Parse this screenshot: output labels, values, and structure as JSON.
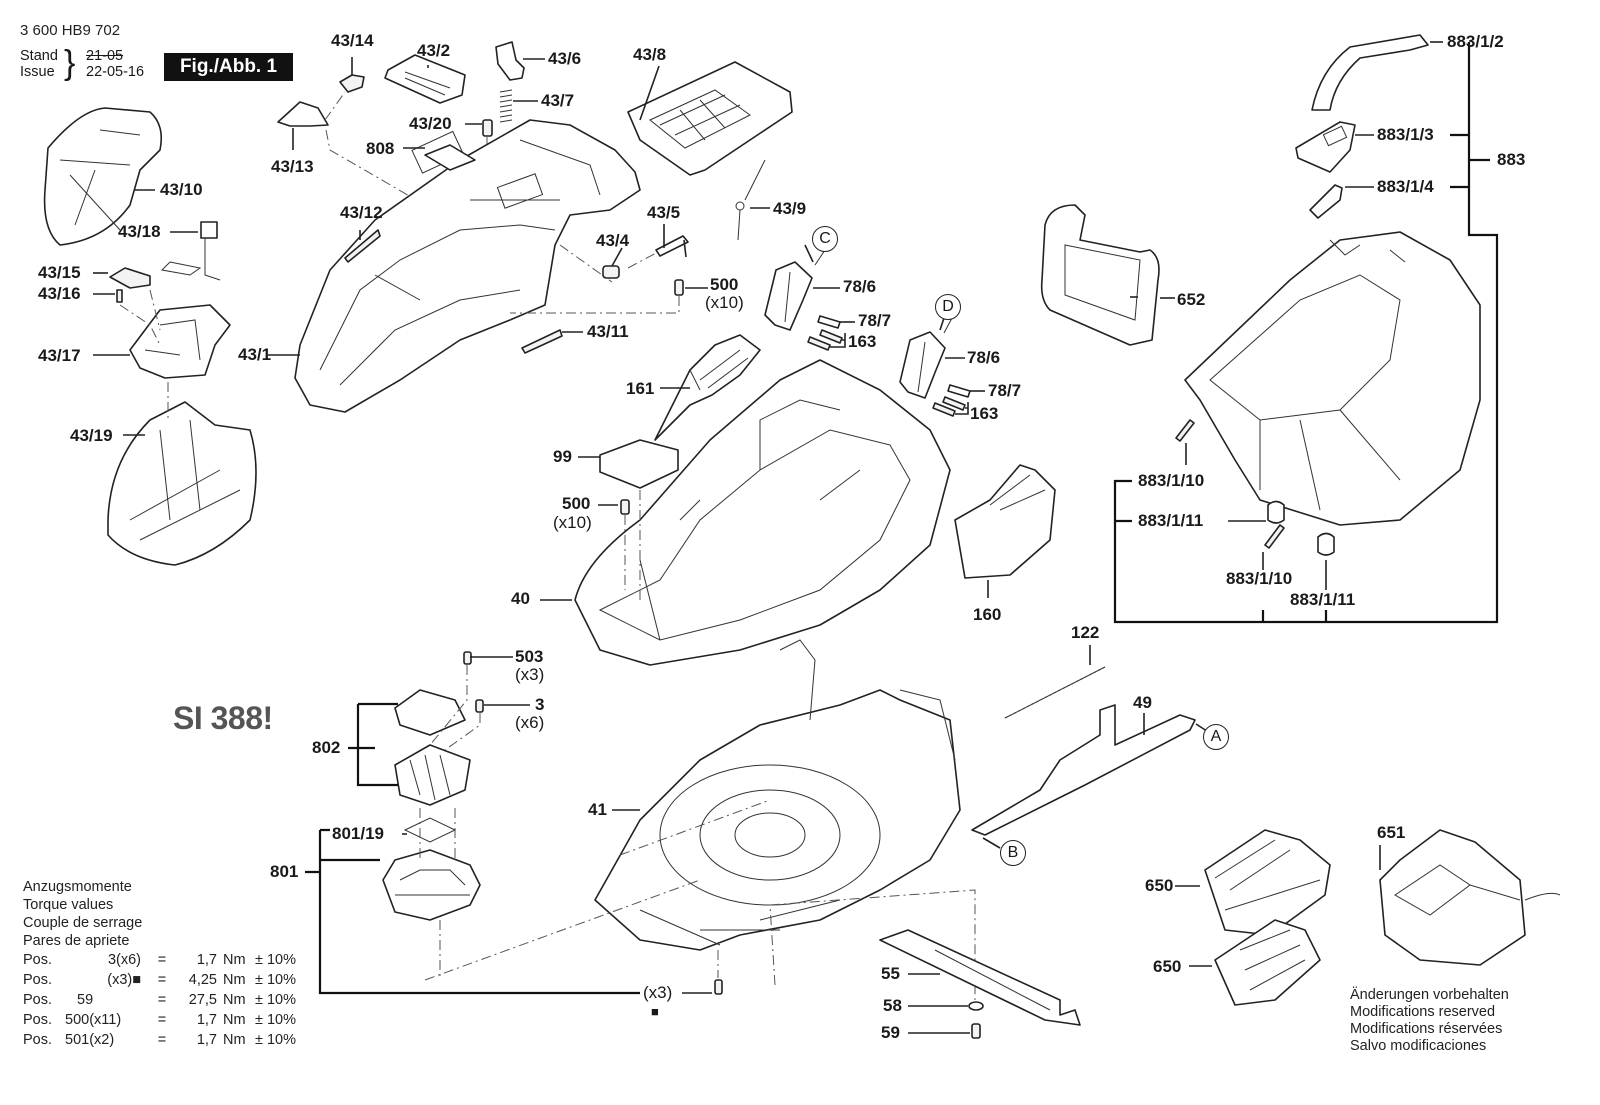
{
  "header": {
    "document_number": "3 600 HB9 702",
    "stand_label": "Stand",
    "issue_label": "Issue",
    "stand_date": "21-05",
    "issue_date": "22-05-16",
    "figure_label": "Fig./Abb. 1"
  },
  "service_info": "SI 388!",
  "parts": {
    "p43_14": "43/14",
    "p43_2": "43/2",
    "p43_6": "43/6",
    "p43_7": "43/7",
    "p43_8": "43/8",
    "p43_20": "43/20",
    "p43_13": "43/13",
    "p808": "808",
    "p43_10": "43/10",
    "p43_12": "43/12",
    "p43_18": "43/18",
    "p43_15": "43/15",
    "p43_16": "43/16",
    "p43_17": "43/17",
    "p43_19": "43/19",
    "p43_1": "43/1",
    "p43_11": "43/11",
    "p43_5": "43/5",
    "p43_4": "43/4",
    "p43_9": "43/9",
    "p500a": "500",
    "p500a_qty": "(x10)",
    "p78_6a": "78/6",
    "p78_7a": "78/7",
    "p163a": "163",
    "p78_6b": "78/6",
    "p78_7b": "78/7",
    "p163b": "163",
    "p161": "161",
    "p99": "99",
    "p500b": "500",
    "p500b_qty": "(x10)",
    "p40": "40",
    "p160": "160",
    "p883_1_2": "883/1/2",
    "p883_1_3": "883/1/3",
    "p883": "883",
    "p883_1_4": "883/1/4",
    "p652": "652",
    "p883_1_10a": "883/1/10",
    "p883_1_11a": "883/1/11",
    "p883_1_10b": "883/1/10",
    "p883_1_11b": "883/1/11",
    "p122": "122",
    "p49": "49",
    "p503": "503",
    "p503_qty": "(x3)",
    "p3": "3",
    "p3_qty": "(x6)",
    "p802": "802",
    "p41": "41",
    "p801_19": "801/19",
    "p801": "801",
    "px3": "(x3)",
    "px3_mark": "■",
    "p55": "55",
    "p58": "58",
    "p59": "59",
    "p650a": "650",
    "p650b": "650",
    "p651": "651"
  },
  "callouts": {
    "a": "A",
    "b": "B",
    "c": "C",
    "d": "D"
  },
  "torque": {
    "titles": [
      "Anzugsmomente",
      "Torque values",
      "Couple de serrage",
      "Pares de apriete"
    ],
    "rows": [
      {
        "pos": "Pos.",
        "item": "3(x6)",
        "eq": "=",
        "value": "1,7",
        "unit": "Nm",
        "tol": "± 10%"
      },
      {
        "pos": "Pos.",
        "item": "(x3)■",
        "eq": "=",
        "value": "4,25",
        "unit": "Nm",
        "tol": "± 10%"
      },
      {
        "pos": "Pos.",
        "item": "59",
        "eq": "=",
        "value": "27,5",
        "unit": "Nm",
        "tol": "± 10%"
      },
      {
        "pos": "Pos.",
        "item": "500(x11)",
        "eq": "=",
        "value": "1,7",
        "unit": "Nm",
        "tol": "± 10%"
      },
      {
        "pos": "Pos.",
        "item": "501(x2)",
        "eq": "=",
        "value": "1,7",
        "unit": "Nm",
        "tol": "± 10%"
      }
    ]
  },
  "modifications": [
    "Änderungen vorbehalten",
    "Modifications reserved",
    "Modifications réservées",
    "Salvo modificaciones"
  ]
}
